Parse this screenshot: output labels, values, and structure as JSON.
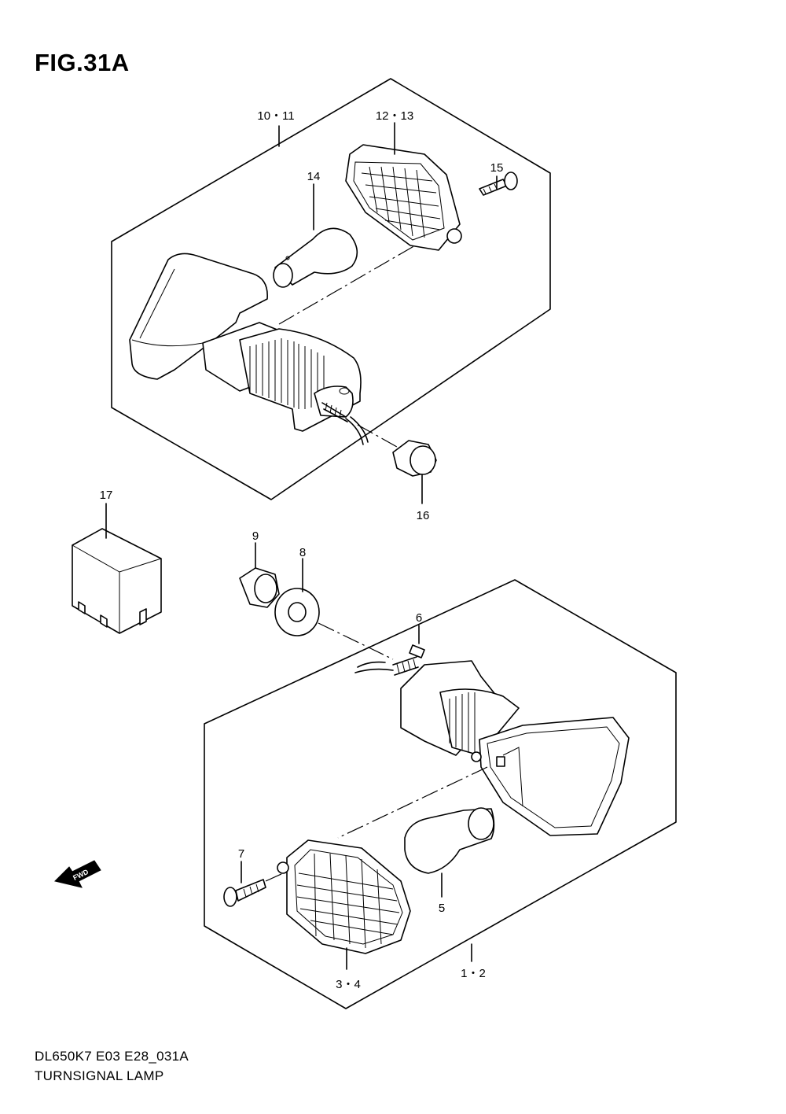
{
  "figure": {
    "title": "FIG.31A",
    "code": "DL650K7 E03 E28_031A",
    "name": "TURNSIGNAL LAMP"
  },
  "callouts": {
    "c_10_11": "10・11",
    "c_12_13": "12・13",
    "c_14": "14",
    "c_15": "15",
    "c_16": "16",
    "c_17": "17",
    "c_9": "9",
    "c_8": "8",
    "c_6": "6",
    "c_7": "7",
    "c_5": "5",
    "c_3_4": "3・4",
    "c_1_2": "1・2"
  },
  "direction_badge": "FWD"
}
